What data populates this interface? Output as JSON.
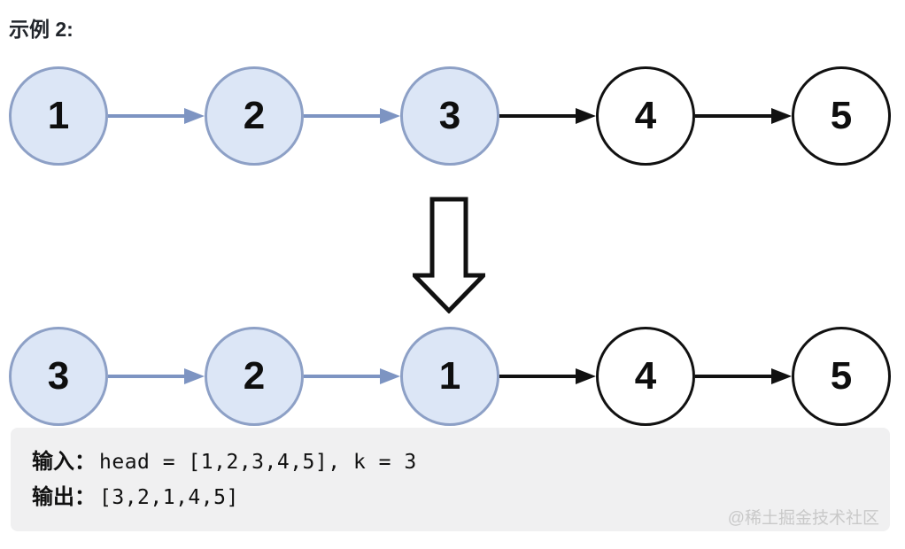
{
  "title": "示例 2:",
  "colors": {
    "node_fill": "#dce6f6",
    "node_border": "#8da0c6",
    "ink": "#111111",
    "arrow_blue": "#7d94c2",
    "panel_bg": "#f0f0f1",
    "watermark_color": "#c9c9c9"
  },
  "lists": [
    {
      "nodes": [
        {
          "value": "1",
          "highlight": true
        },
        {
          "value": "2",
          "highlight": true
        },
        {
          "value": "3",
          "highlight": true
        },
        {
          "value": "4",
          "highlight": false
        },
        {
          "value": "5",
          "highlight": false
        }
      ],
      "arrows": [
        {
          "highlight": true
        },
        {
          "highlight": true
        },
        {
          "highlight": false
        },
        {
          "highlight": false
        }
      ]
    },
    {
      "nodes": [
        {
          "value": "3",
          "highlight": true
        },
        {
          "value": "2",
          "highlight": true
        },
        {
          "value": "1",
          "highlight": true
        },
        {
          "value": "4",
          "highlight": false
        },
        {
          "value": "5",
          "highlight": false
        }
      ],
      "arrows": [
        {
          "highlight": true
        },
        {
          "highlight": true
        },
        {
          "highlight": false
        },
        {
          "highlight": false
        }
      ]
    }
  ],
  "io_panel": {
    "input_label": "输入：",
    "input_value": "head = [1,2,3,4,5], k = 3",
    "output_label": "输出：",
    "output_value": "[3,2,1,4,5]"
  },
  "watermark": "@稀土掘金技术社区"
}
